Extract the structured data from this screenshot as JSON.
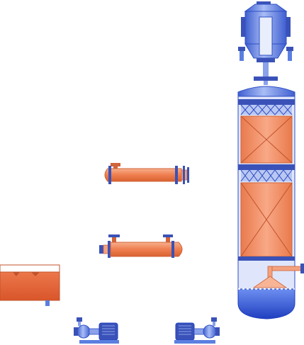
{
  "diagram": {
    "kind": "process-flow",
    "equipment": [
      {
        "id": "tower-top-cyclone",
        "icon": "cyclone-separator-icon"
      },
      {
        "id": "packed-column",
        "icon": "packed-tower-icon",
        "packing_beds": 2
      },
      {
        "id": "heat-exchanger-upper",
        "icon": "shell-tube-exchanger-icon"
      },
      {
        "id": "heat-exchanger-lower",
        "icon": "shell-tube-exchanger-icon"
      },
      {
        "id": "storage-tank",
        "icon": "open-tank-icon"
      },
      {
        "id": "pump-left",
        "icon": "centrifugal-pump-icon"
      },
      {
        "id": "pump-right",
        "icon": "centrifugal-pump-icon"
      }
    ],
    "colors": {
      "vessel_blue": "#5b7fe0",
      "vessel_blue_dark": "#2f4fc4",
      "packing_orange": "#f08a5d",
      "tank_orange": "#e8622f",
      "flange_blue": "#3a52b8",
      "pipe_light": "#c9d4f5"
    }
  }
}
